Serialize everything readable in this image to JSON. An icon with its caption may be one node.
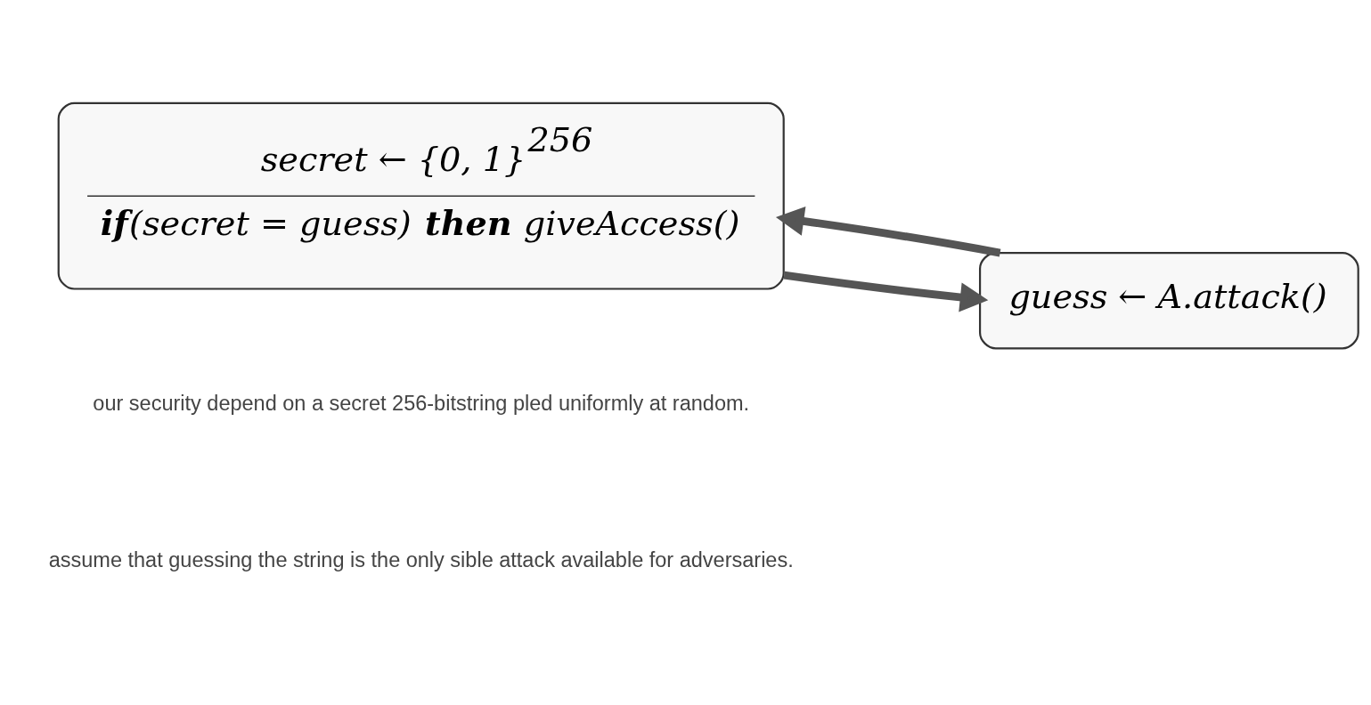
{
  "diagram": {
    "nodes": [
      {
        "text": [
          "secret ← {0, 1}$^{256}$",
          "**if**(secret = guess) **then** giveAccess()"
        ]
      },
      {
        "text": [
          "guess ← A.attack()"
        ]
      }
    ],
    "edges": [
      {
        "from": 1,
        "to": 0,
        "arrow": "to"
      },
      {
        "from": 0,
        "to": 1,
        "arrow": "to"
      }
    ],
    "labels": [
      "our security depend on a secret 256-bitstring pled uniformly at random.",
      "assume that guessing the string is the only sible attack available for adversaries."
    ]
  }
}
